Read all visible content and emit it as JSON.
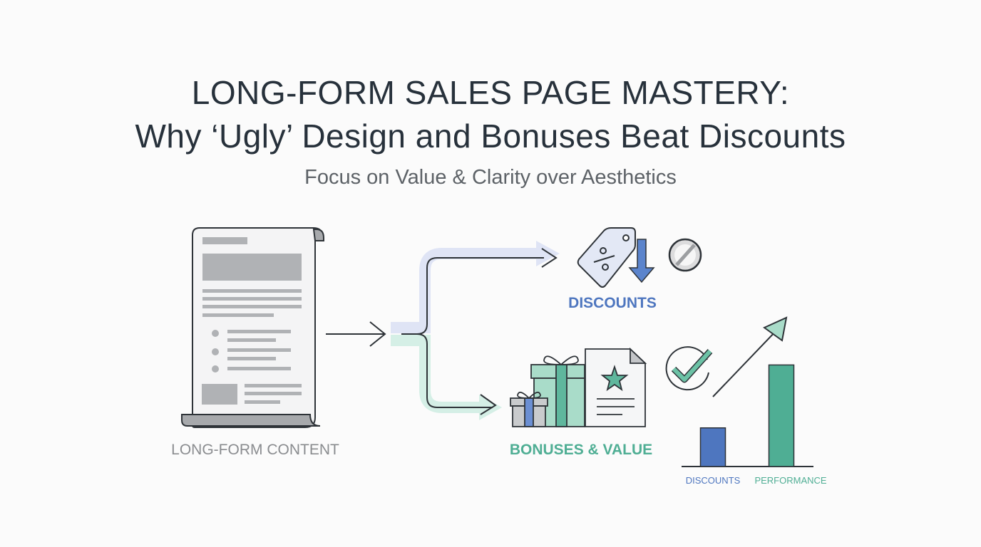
{
  "title": {
    "line1": "LONG-FORM SALES PAGE MASTERY:",
    "line2": "Why ‘Ugly’ Design and Bonuses Beat Discounts",
    "subtitle": "Focus on Value & Clarity over Aesthetics"
  },
  "diagram": {
    "source_label": "LONG-FORM CONTENT",
    "discounts_label": "DISCOUNTS",
    "bonuses_label": "BONUSES & VALUE",
    "icons": [
      "document-scroll-icon",
      "price-tag-icon",
      "down-arrow-icon",
      "prohibited-icon",
      "gift-icon",
      "certificate-icon",
      "checkmark-icon",
      "trend-up-arrow-icon"
    ]
  },
  "chart_data": {
    "type": "bar",
    "categories": [
      "DISCOUNTS",
      "PERFORMANCE"
    ],
    "values": [
      35,
      92
    ],
    "ylim": [
      0,
      100
    ]
  },
  "colors": {
    "text": "#27313b",
    "blue": "#4e76bf",
    "teal": "#4fae94",
    "gray": "#8a8c8f"
  }
}
